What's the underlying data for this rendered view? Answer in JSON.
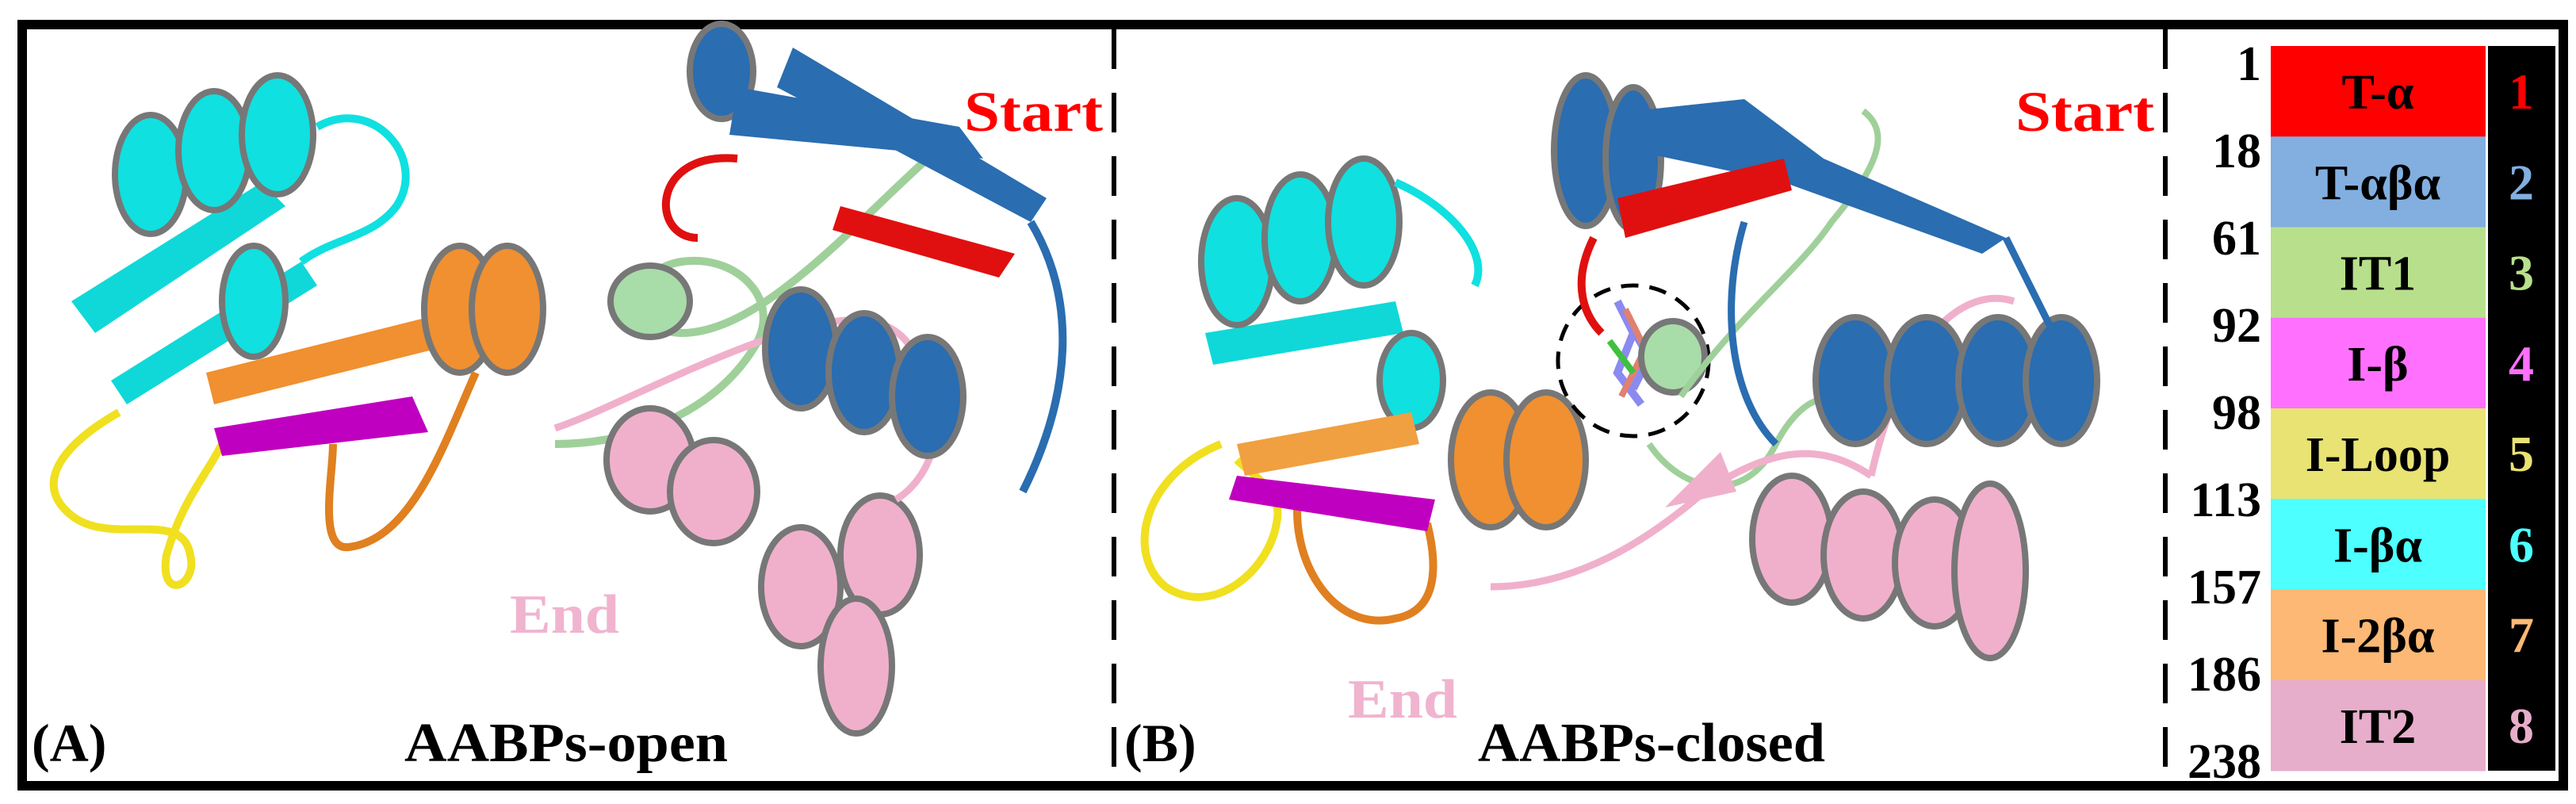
{
  "panels": [
    {
      "tag": "(A)",
      "title": "AABPs-open",
      "start_label": "Start",
      "end_label": "End"
    },
    {
      "tag": "(B)",
      "title": "AABPs-closed",
      "start_label": "Start",
      "end_label": "End"
    }
  ],
  "legend": {
    "boundaries": [
      "1",
      "18",
      "61",
      "92",
      "98",
      "113",
      "157",
      "186",
      "238"
    ],
    "segments": [
      {
        "name": "T-α",
        "number": "1",
        "color": "#ff0000",
        "number_color": "#ff0000"
      },
      {
        "name": "T-αβα",
        "number": "2",
        "color": "#82afe0",
        "number_color": "#82afe0"
      },
      {
        "name": "IT1",
        "number": "3",
        "color": "#b8e08c",
        "number_color": "#b8e08c"
      },
      {
        "name": "I-β",
        "number": "4",
        "color": "#ff70ff",
        "number_color": "#ff70ff"
      },
      {
        "name": "I-Loop",
        "number": "5",
        "color": "#e8e373",
        "number_color": "#e8e373"
      },
      {
        "name": "I-βα",
        "number": "6",
        "color": "#4dffff",
        "number_color": "#4dffff"
      },
      {
        "name": "I-2βα",
        "number": "7",
        "color": "#fcb874",
        "number_color": "#fcb874"
      },
      {
        "name": "IT2",
        "number": "8",
        "color": "#e6aecb",
        "number_color": "#e6aecb"
      }
    ]
  },
  "colors": {
    "start": "#ff0000",
    "end": "#f0b4cf",
    "ribbon_red": "#e01010",
    "ribbon_blue": "#2a6db0",
    "ribbon_green": "#9fd09a",
    "ribbon_magenta": "#c000c0",
    "ribbon_yellow": "#f0e020",
    "ribbon_cyan": "#10e0e0",
    "ribbon_orange": "#e08020",
    "ribbon_pink": "#f0b0cc"
  }
}
